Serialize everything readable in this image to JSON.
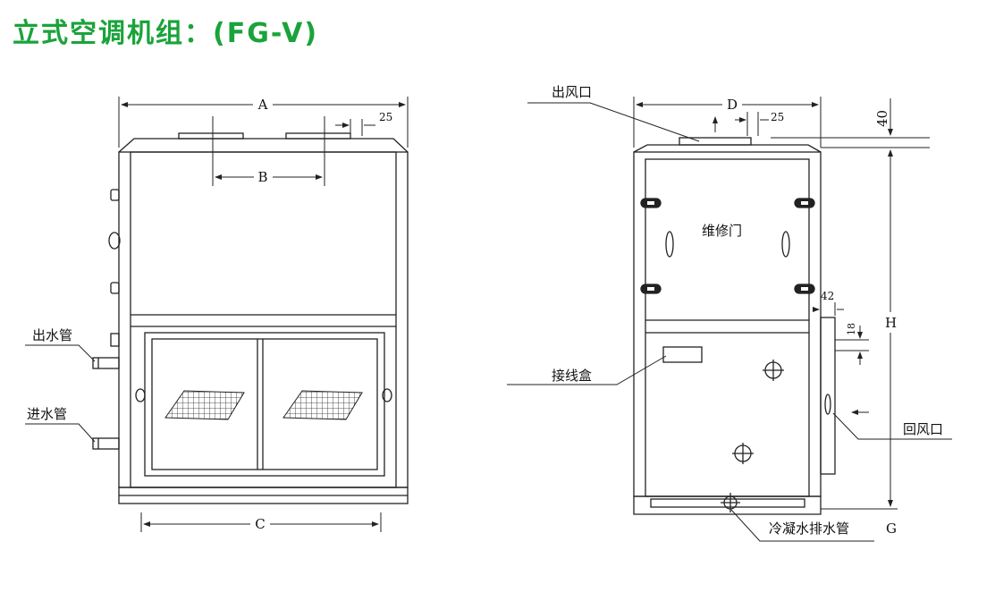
{
  "title": "立式空调机组：(FG-V)",
  "colors": {
    "title": "#1aa33a",
    "line": "#222222"
  },
  "front_view": {
    "dims": {
      "A": "A",
      "B": "B",
      "C": "C",
      "d25": "25"
    },
    "labels": {
      "outlet_pipe": "出水管",
      "inlet_pipe": "进水管"
    }
  },
  "side_view": {
    "dims": {
      "D": "D",
      "d25": "25",
      "d40": "40",
      "H": "H",
      "d42": "42",
      "d18": "18",
      "G": "G"
    },
    "labels": {
      "air_outlet": "出风口",
      "service_door": "维修门",
      "junction_box": "接线盒",
      "return_air": "回风口",
      "condensate_drain": "冷凝水排水管"
    }
  }
}
